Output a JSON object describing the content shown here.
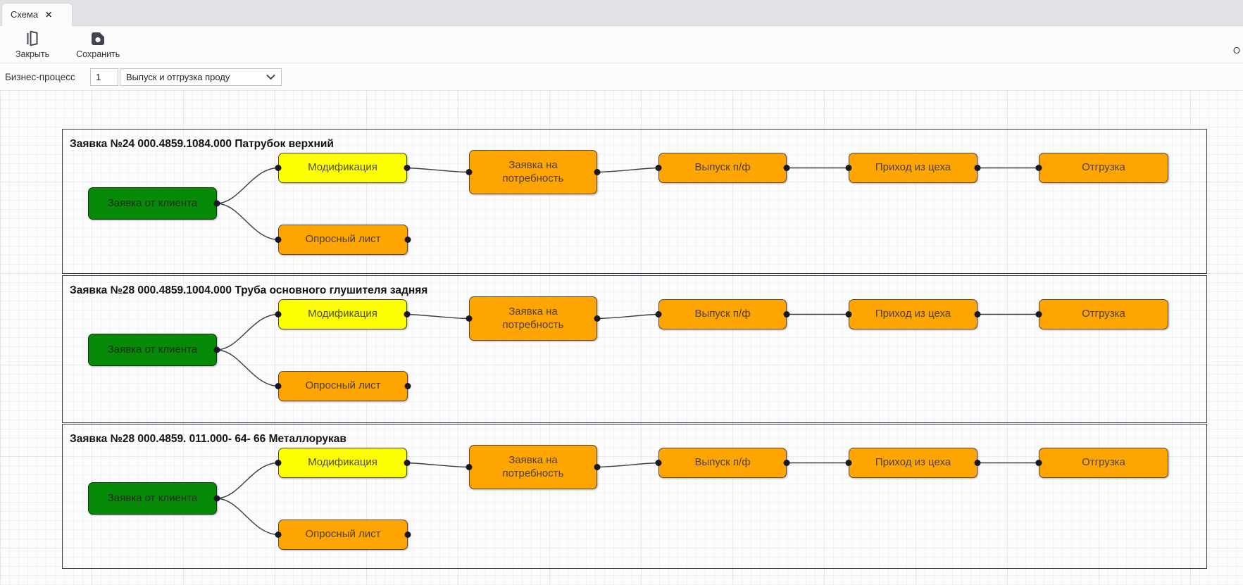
{
  "tab": {
    "title": "Схема",
    "close_glyph": "✕"
  },
  "toolbar": {
    "close_label": "Закрыть",
    "save_label": "Сохранить",
    "right_edge_text": "О"
  },
  "form": {
    "label": "Бизнес-процесс",
    "number_value": "1",
    "process_value": "Выпуск и отгрузка проду"
  },
  "node_labels": {
    "client_request": "Заявка от клиента",
    "modification": "Модификация",
    "questionnaire": "Опросный лист",
    "demand_request": "Заявка на потребность",
    "semi_finished_output": "Выпуск п/ф",
    "arrival_from_shop": "Приход из цеха",
    "shipment": "Отгрузка"
  },
  "groups": [
    {
      "title": "Заявка №24 000.4859.1084.000 Патрубок верхний"
    },
    {
      "title": "Заявка №28 000.4859.1004.000 Труба основного глушителя задняя"
    },
    {
      "title": "Заявка №28 000.4859. 011.000- 64- 66 Металлорукав"
    }
  ],
  "colors": {
    "node_green": "#078a07",
    "node_yellow": "#fdfe04",
    "node_orange": "#ffa502",
    "group_border": "#3a3a49",
    "wire": "#3c3c42",
    "dot": "#17171f",
    "tabstrip_bg": "#e0e2e5"
  }
}
